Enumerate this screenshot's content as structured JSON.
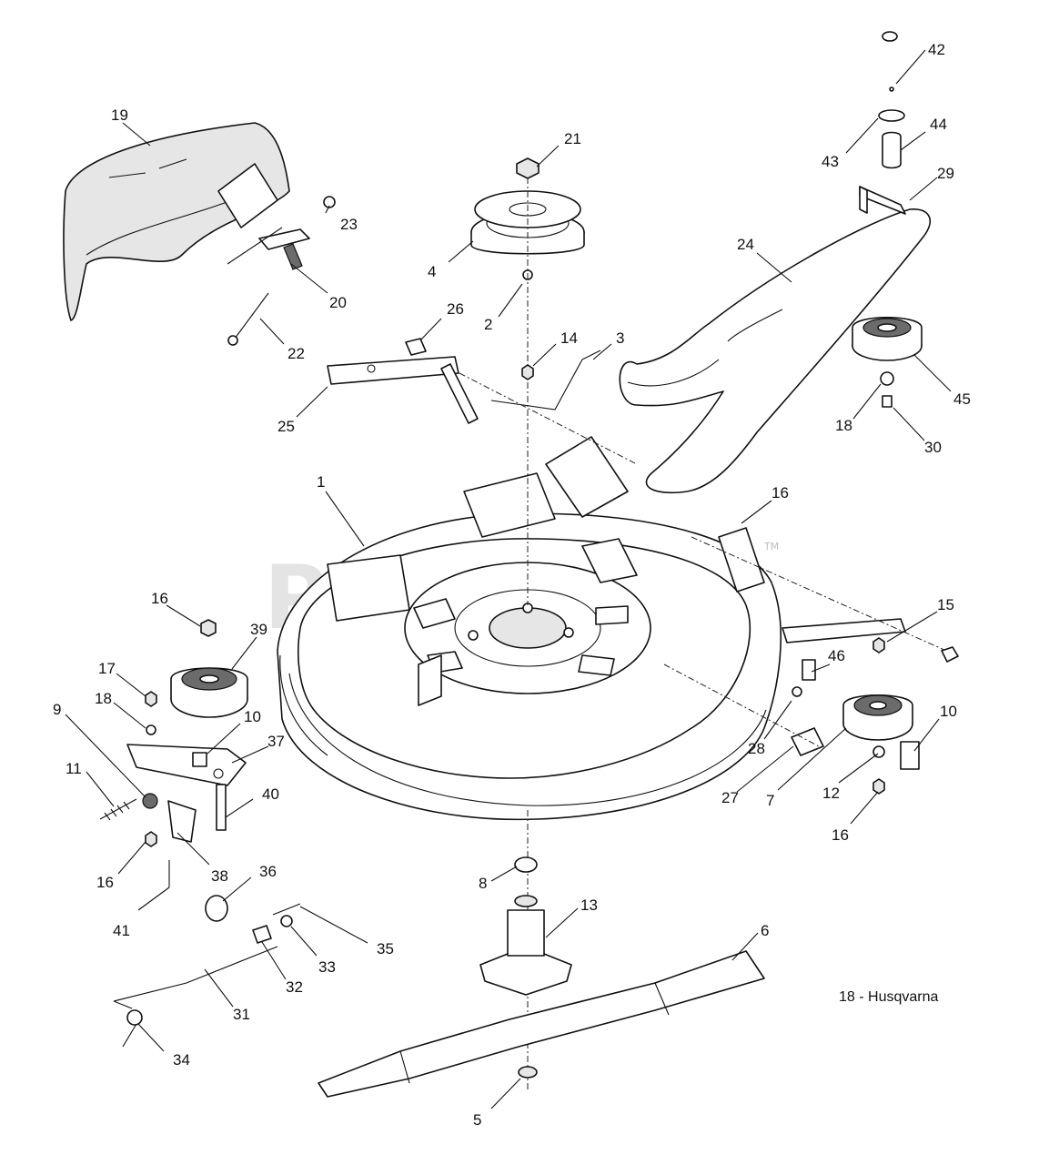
{
  "watermark": {
    "text": "PartsTree",
    "tm": "TM"
  },
  "brand_note": "18 - Husqvarna",
  "callouts": [
    {
      "id": "c1",
      "label": "1"
    },
    {
      "id": "c2",
      "label": "2"
    },
    {
      "id": "c3",
      "label": "3"
    },
    {
      "id": "c4",
      "label": "4"
    },
    {
      "id": "c5",
      "label": "5"
    },
    {
      "id": "c6",
      "label": "6"
    },
    {
      "id": "c7",
      "label": "7"
    },
    {
      "id": "c8",
      "label": "8"
    },
    {
      "id": "c9",
      "label": "9"
    },
    {
      "id": "c10a",
      "label": "10"
    },
    {
      "id": "c10b",
      "label": "10"
    },
    {
      "id": "c11",
      "label": "11"
    },
    {
      "id": "c12",
      "label": "12"
    },
    {
      "id": "c13",
      "label": "13"
    },
    {
      "id": "c14",
      "label": "14"
    },
    {
      "id": "c15",
      "label": "15"
    },
    {
      "id": "c16a",
      "label": "16"
    },
    {
      "id": "c16b",
      "label": "16"
    },
    {
      "id": "c16c",
      "label": "16"
    },
    {
      "id": "c16d",
      "label": "16"
    },
    {
      "id": "c17",
      "label": "17"
    },
    {
      "id": "c18a",
      "label": "18"
    },
    {
      "id": "c18b",
      "label": "18"
    },
    {
      "id": "c19",
      "label": "19"
    },
    {
      "id": "c20",
      "label": "20"
    },
    {
      "id": "c21",
      "label": "21"
    },
    {
      "id": "c22",
      "label": "22"
    },
    {
      "id": "c23",
      "label": "23"
    },
    {
      "id": "c24",
      "label": "24"
    },
    {
      "id": "c25",
      "label": "25"
    },
    {
      "id": "c26",
      "label": "26"
    },
    {
      "id": "c27",
      "label": "27"
    },
    {
      "id": "c28",
      "label": "28"
    },
    {
      "id": "c29",
      "label": "29"
    },
    {
      "id": "c30",
      "label": "30"
    },
    {
      "id": "c31",
      "label": "31"
    },
    {
      "id": "c32",
      "label": "32"
    },
    {
      "id": "c33",
      "label": "33"
    },
    {
      "id": "c34",
      "label": "34"
    },
    {
      "id": "c35",
      "label": "35"
    },
    {
      "id": "c36",
      "label": "36"
    },
    {
      "id": "c37",
      "label": "37"
    },
    {
      "id": "c38",
      "label": "38"
    },
    {
      "id": "c39",
      "label": "39"
    },
    {
      "id": "c40",
      "label": "40"
    },
    {
      "id": "c41",
      "label": "41"
    },
    {
      "id": "c42",
      "label": "42"
    },
    {
      "id": "c43",
      "label": "43"
    },
    {
      "id": "c44",
      "label": "44"
    },
    {
      "id": "c45",
      "label": "45"
    },
    {
      "id": "c46",
      "label": "46"
    }
  ]
}
